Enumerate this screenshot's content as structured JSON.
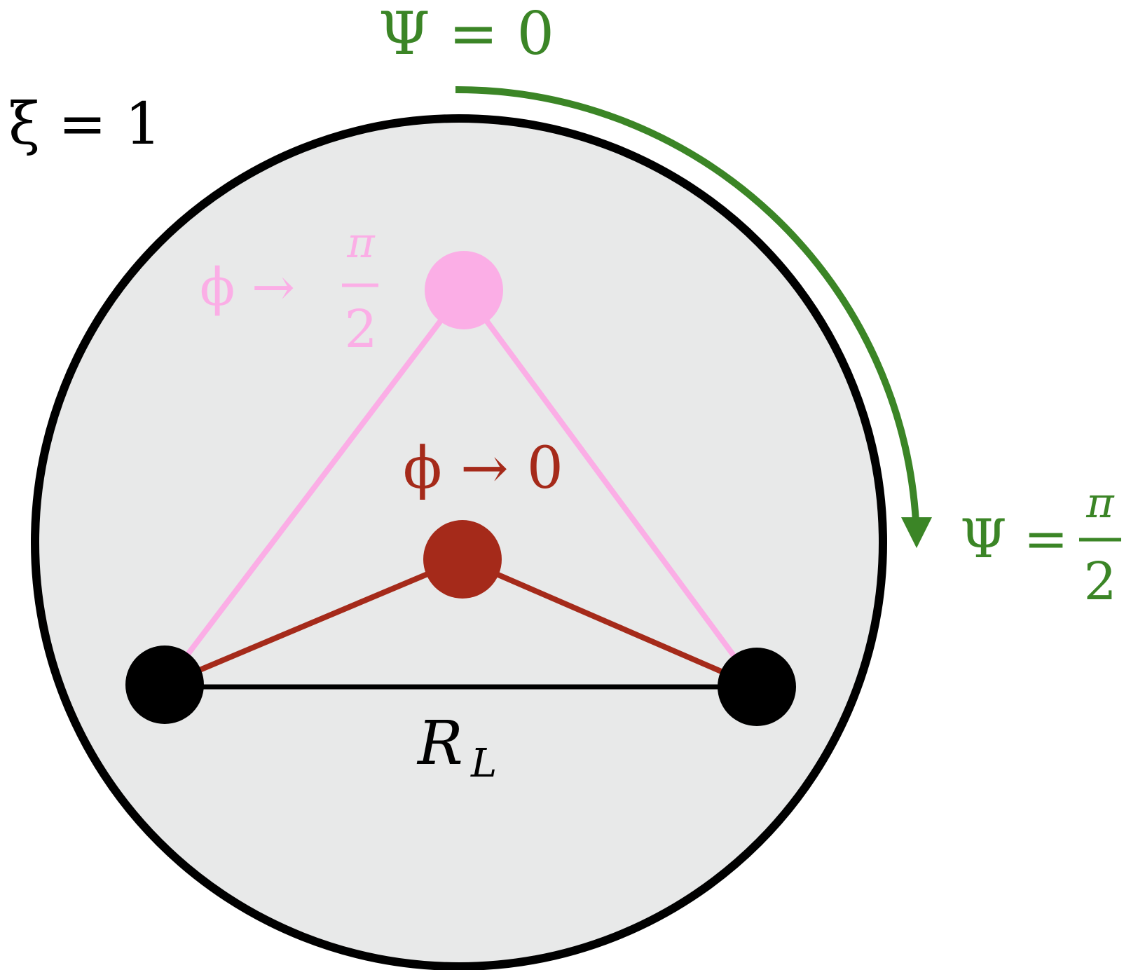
{
  "colors": {
    "disk_fill": "#e8e9e9",
    "disk_stroke": "#000000",
    "green": "#3b8526",
    "pink": "#fbaee6",
    "red": "#a52a1a",
    "black": "#000000"
  },
  "labels": {
    "xi_label": "ξ = 1",
    "psi_top": "Ψ = 0",
    "psi_right_lhs": "Ψ =",
    "psi_right_num": "π",
    "psi_right_den": "2",
    "phi_pink_lhs": "ϕ →",
    "phi_pink_num": "π",
    "phi_pink_den": "2",
    "phi_red": "ϕ → 0",
    "rl_main": "R",
    "rl_sub": "L"
  }
}
